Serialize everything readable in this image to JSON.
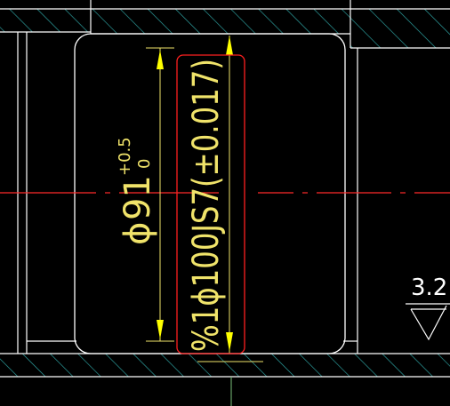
{
  "colors": {
    "background": "#000000",
    "outline": "#ffffff",
    "hatch": "#2fa6a6",
    "dimension": "#f0e36a",
    "arrow": "#ffff00",
    "centerline": "#ff2a2a",
    "selection": "#ff2020",
    "green_line": "#7cc27c"
  },
  "dimensions": {
    "bore_prefix": "ϕ",
    "bore_value": "91",
    "tol_upper": "+0.5",
    "tol_lower": "0",
    "fit_text": "%1ϕ100JS7(±0.017)"
  },
  "surface_finish": {
    "value": "3.2"
  }
}
